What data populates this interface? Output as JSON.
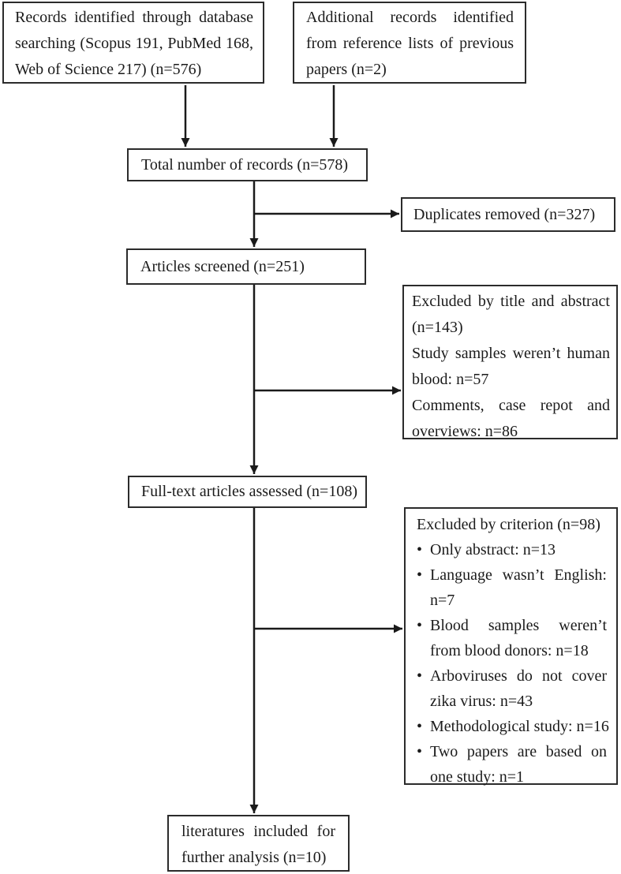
{
  "figure": {
    "background_color": "#ffffff",
    "box_border_color": "#2b2b2b",
    "arrow_color": "#1a1a1a",
    "bullet_glyph": "•",
    "boxes": {
      "records_db": {
        "lines": [
          "Records identified through database",
          "searching (Scopus 191, PubMed 168,",
          "Web of Science 217) (n=576)"
        ]
      },
      "additional": {
        "lines": [
          "Additional records identified",
          "from reference lists of previous",
          "papers (n=2)"
        ]
      },
      "total": {
        "text": "Total number of records (n=578)"
      },
      "duplicates": {
        "text": "Duplicates removed (n=327)"
      },
      "screened": {
        "text": "Articles screened (n=251)"
      },
      "excluded_title_abstract": {
        "lines": [
          "Excluded by title and abstract",
          "(n=143)",
          "Study samples weren’t human",
          "blood: n=57",
          "Comments, case repot and",
          "overviews: n=86"
        ]
      },
      "fulltext": {
        "text": "Full-text articles assessed (n=108)"
      },
      "excluded_criterion": {
        "title": "Excluded by criterion (n=98)",
        "items": [
          {
            "lines": [
              "Only abstract: n=13"
            ]
          },
          {
            "lines": [
              "Language wasn’t English:",
              "n=7"
            ]
          },
          {
            "lines": [
              "Blood samples weren’t",
              "from blood donors: n=18"
            ]
          },
          {
            "lines": [
              "Arboviruses do not cover",
              "zika virus: n=43"
            ]
          },
          {
            "lines": [
              "Methodological study: n=16"
            ]
          },
          {
            "lines": [
              "Two papers are based on",
              "one study: n=1"
            ]
          }
        ]
      },
      "included": {
        "lines": [
          "literatures included for",
          "further analysis (n=10)"
        ]
      }
    }
  }
}
